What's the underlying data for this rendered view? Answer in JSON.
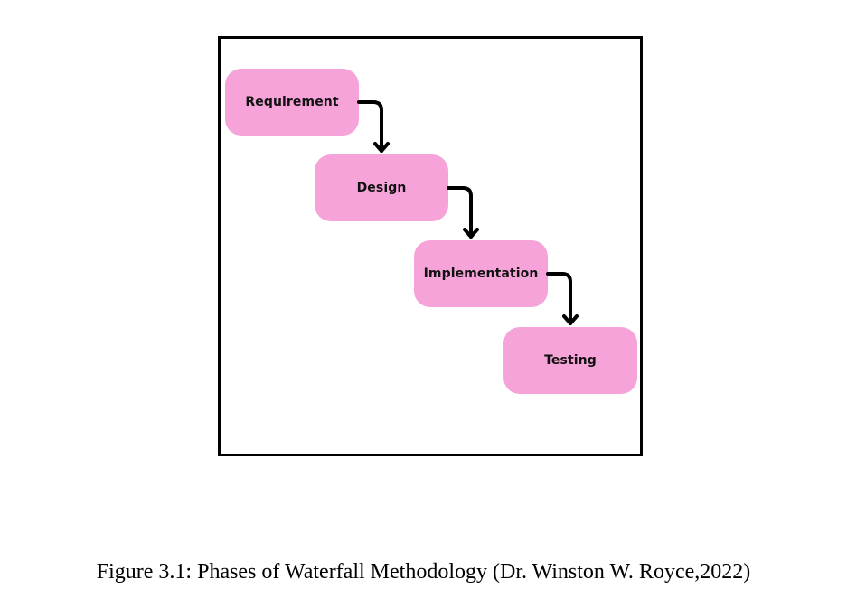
{
  "diagram": {
    "phases": [
      {
        "label": "Requirement"
      },
      {
        "label": "Design"
      },
      {
        "label": "Implementation"
      },
      {
        "label": "Testing"
      }
    ],
    "colors": {
      "box_fill": "#f6a3d9",
      "arrow": "#000000",
      "frame": "#000000"
    }
  },
  "caption": "Figure 3.1: Phases of Waterfall Methodology (Dr. Winston W. Royce,2022)"
}
